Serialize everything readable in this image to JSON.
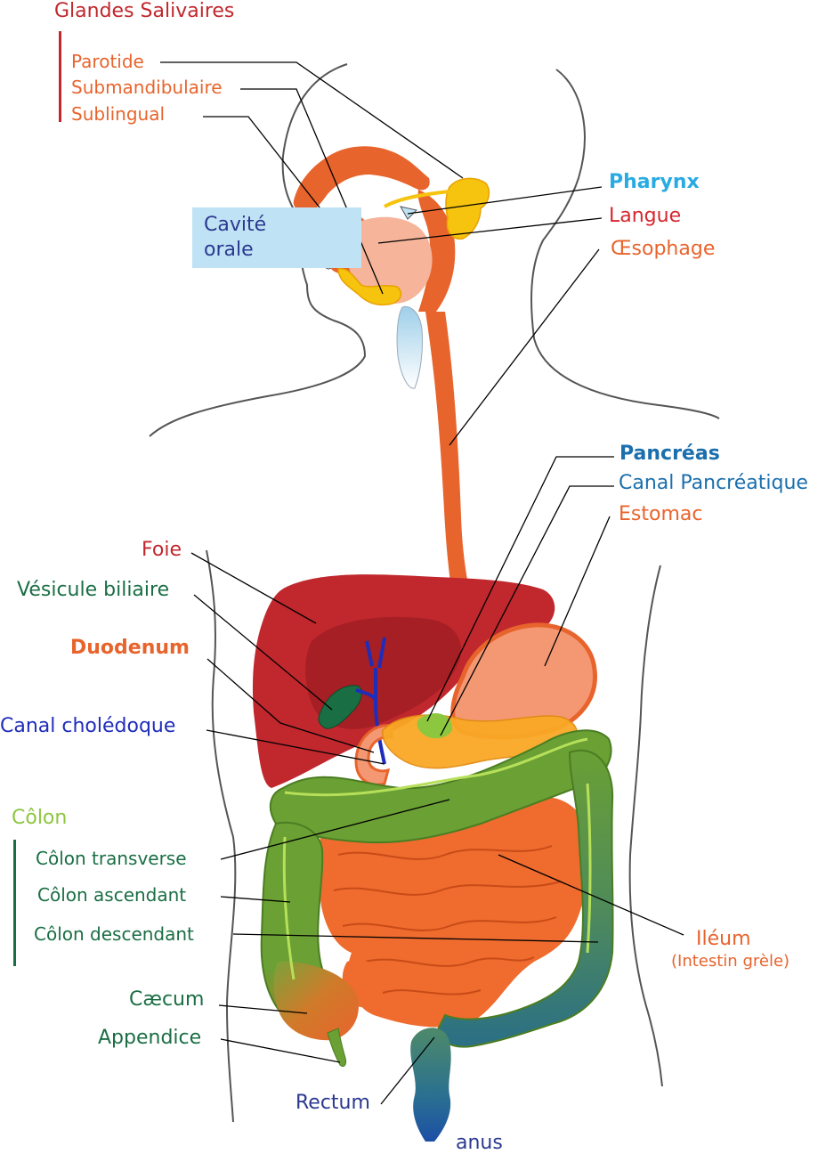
{
  "colors": {
    "salivary_title": "#c0282d",
    "salivary_items": "#e8642d",
    "oral": "#2b3990",
    "oral_bg": "#bfe3f5",
    "pharynx": "#29abe2",
    "tongue": "#d7262e",
    "esophagus": "#e8642d",
    "pancreas": "#1a6fad",
    "liver": "#c0282d",
    "gallbladder": "#1a6e44",
    "duodenum": "#e8642d",
    "bile_duct": "#1f2dba",
    "colon_title": "#8dc63f",
    "colon_items": "#1a6e44",
    "ileum": "#e8642d",
    "rectum": "#2b3990"
  },
  "labels": {
    "salivary_glands": "Glandes Salivaires",
    "parotid": "Parotide",
    "submandibular": "Submandibulaire",
    "sublingual": "Sublingual",
    "oral_cavity_line1": "Cavité",
    "oral_cavity_line2": "orale",
    "pharynx": "Pharynx",
    "tongue": "Langue",
    "esophagus": "Œsophage",
    "pancreas": "Pancréas",
    "pancreatic_duct": "Canal Pancréatique",
    "stomach": "Estomac",
    "liver": "Foie",
    "gallbladder": "Vésicule biliaire",
    "duodenum": "Duodenum",
    "bile_duct": "Canal cholédoque",
    "colon": "Côlon",
    "transverse_colon": "Côlon transverse",
    "ascending_colon": "Côlon ascendant",
    "descending_colon": "Côlon descendant",
    "ileum": "Iléum",
    "ileum_sub": "(Intestin grèle)",
    "cecum": "Cæcum",
    "appendix": "Appendice",
    "rectum": "Rectum",
    "anus": "anus"
  }
}
